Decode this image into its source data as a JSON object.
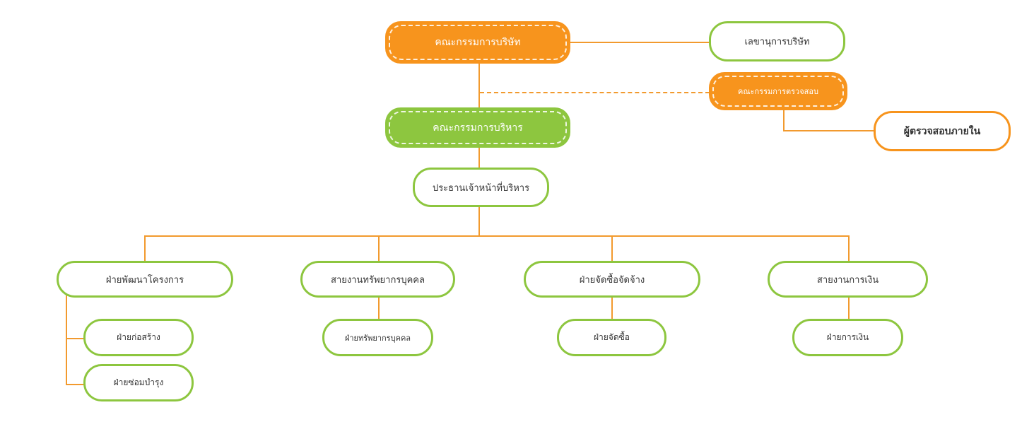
{
  "nodes": {
    "board": "คณะกรรมการบริษัท",
    "secretary": "เลขานุการบริษัท",
    "audit_committee": "คณะกรรมการตรวจสอบ",
    "internal_auditor": "ผู้ตรวจสอบภายใน",
    "executive_committee": "คณะกรรมการบริหาร",
    "ceo": "ประธานเจ้าหน้าที่บริหาร",
    "project_dev": "ฝ่ายพัฒนาโครงการ",
    "hr_line": "สายงานทรัพยากรบุคคล",
    "procurement": "ฝ่ายจัดซื้อจัดจ้าง",
    "finance_line": "สายงานการเงิน",
    "construction": "ฝ่ายก่อสร้าง",
    "maintenance": "ฝ่ายซ่อมบำรุง",
    "hr_dept": "ฝ่ายทรัพยากรบุคคล",
    "purchasing": "ฝ่ายจัดซื้อ",
    "finance_dept": "ฝ่ายการเงิน"
  },
  "colors": {
    "orange": "#f7941d",
    "green": "#8dc63f",
    "line": "#f29a2e"
  }
}
